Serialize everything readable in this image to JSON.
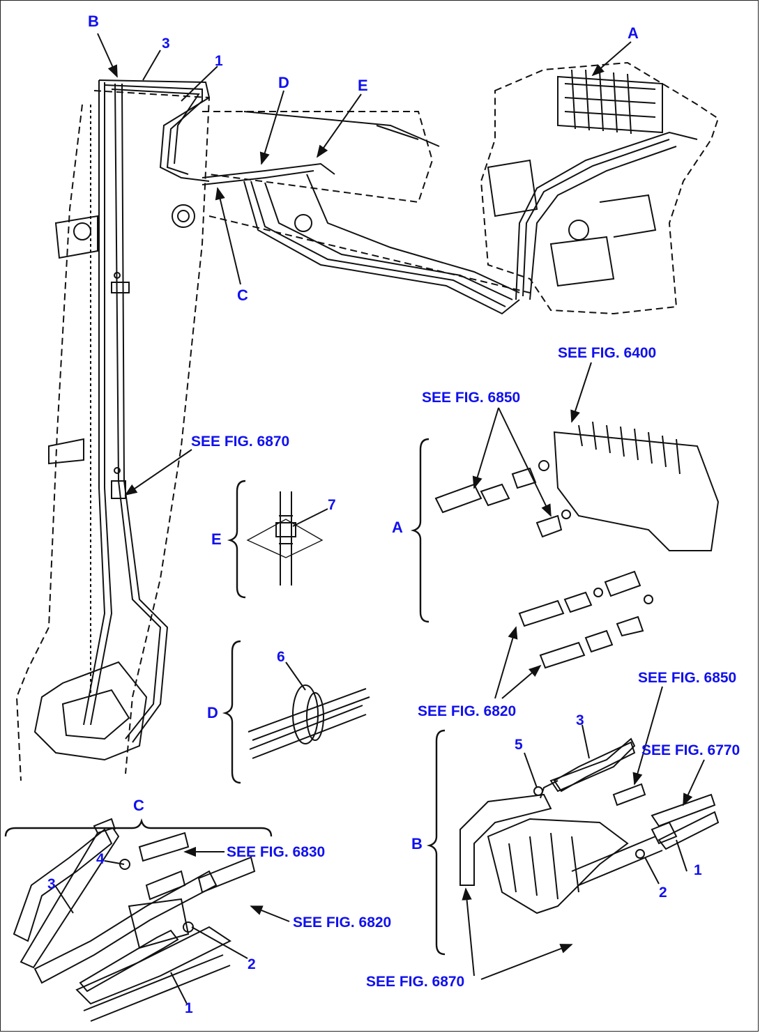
{
  "colors": {
    "line": "#111111",
    "label": "#1010ee",
    "background": "#ffffff"
  },
  "callouts": {
    "view_A": "A",
    "view_B": "B",
    "view_C": "C",
    "view_D": "D",
    "view_E": "E",
    "part_1": "1",
    "part_2": "2",
    "part_3": "3",
    "part_4": "4",
    "part_5": "5",
    "part_6": "6",
    "part_7": "7"
  },
  "references": {
    "fig_6400": "SEE FIG. 6400",
    "fig_6770": "SEE FIG. 6770",
    "fig_6820": "SEE FIG. 6820",
    "fig_6830": "SEE FIG. 6830",
    "fig_6850": "SEE FIG. 6850",
    "fig_6870": "SEE FIG. 6870"
  }
}
